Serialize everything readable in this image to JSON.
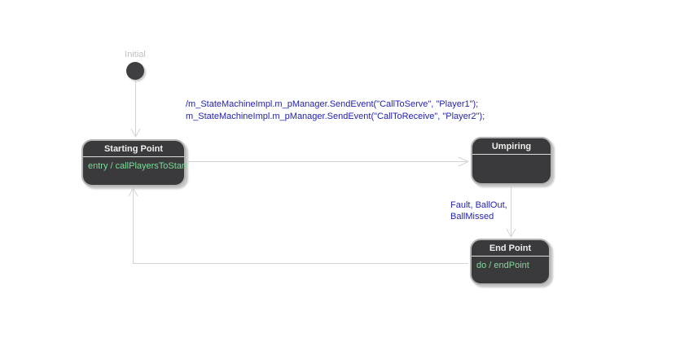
{
  "diagram": {
    "initial_state": {
      "label": "Initial"
    },
    "states": {
      "starting_point": {
        "title": "Starting Point",
        "action": "entry / callPlayersToStart"
      },
      "umpiring": {
        "title": "Umpiring",
        "action": ""
      },
      "end_point": {
        "title": "End Point",
        "action": "do / endPoint"
      }
    },
    "transitions": {
      "start_to_umpiring": {
        "label_line1": "/m_StateMachineImpl.m_pManager.SendEvent(\"CallToServe\", \"Player1\");",
        "label_line2": "m_StateMachineImpl.m_pManager.SendEvent(\"CallToReceive\", \"Player2\");"
      },
      "umpiring_to_end": {
        "label_line1": "Fault, BallOut,",
        "label_line2": "BallMissed"
      }
    },
    "colors": {
      "background": "#ffffff",
      "state_fill": "#3a3a3c",
      "state_border": "#b4b4b4",
      "state_title_text": "#efefef",
      "state_action_text": "#7ddc96",
      "transition_line": "#d4d4d4",
      "transition_label_text": "#2323b0",
      "initial_label_text": "#c2c2c2"
    }
  }
}
